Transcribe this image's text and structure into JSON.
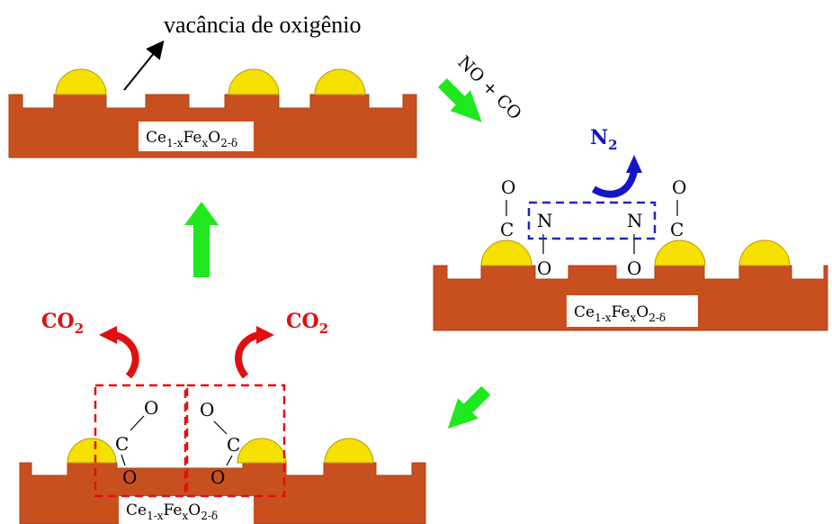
{
  "annotation": {
    "oxygen_vacancy": "vacância de oxigênio"
  },
  "reactants": {
    "text": "NO + CO"
  },
  "products": {
    "n2": "N",
    "n2_sub": "2",
    "co2": "CO",
    "co2_sub": "2"
  },
  "catalyst": {
    "base": "Ce",
    "sub1": "1-x",
    "fe": "Fe",
    "sub2": "x",
    "o": "O",
    "sub3": "2-δ"
  },
  "atoms": {
    "O": "O",
    "C": "C",
    "N": "N"
  },
  "colors": {
    "support": "#c8501f",
    "support_edge": "#a8401a",
    "particle": "#f5e000",
    "particle_edge": "#b89a00",
    "arrow_green": "#1fe81f",
    "n2_blue": "#1515c8",
    "co2_red": "#e01010",
    "dashed_blue": "#2222cc",
    "dashed_red": "#e01010"
  }
}
